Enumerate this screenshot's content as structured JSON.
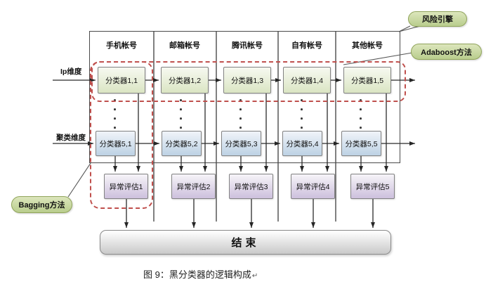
{
  "diagram": {
    "caption": "图 9：黑分类器的逻辑构成",
    "caption_return_mark": "↵",
    "end_label": "结束",
    "input_labels": {
      "top": "Ip维度",
      "bottom": "聚类维度"
    },
    "callouts": {
      "risk_engine": "风险引擎",
      "adaboost": "Adaboost方法",
      "bagging": "Bagging方法"
    },
    "columns": [
      {
        "header": "手机帐号",
        "top_classifier": "分类器1,1",
        "bottom_classifier": "分类器5,1",
        "evaluator": "异常评估1"
      },
      {
        "header": "邮箱帐号",
        "top_classifier": "分类器1,2",
        "bottom_classifier": "分类器5,2",
        "evaluator": "异常评估2"
      },
      {
        "header": "腾讯帐号",
        "top_classifier": "分类器1,3",
        "bottom_classifier": "分类器5,3",
        "evaluator": "异常评估3"
      },
      {
        "header": "自有帐号",
        "top_classifier": "分类器1,4",
        "bottom_classifier": "分类器5,4",
        "evaluator": "异常评估4"
      },
      {
        "header": "其他帐号",
        "top_classifier": "分类器1,5",
        "bottom_classifier": "分类器5,5",
        "evaluator": "异常评估5"
      }
    ],
    "colors": {
      "accent_red": "#C0504D",
      "callout_fill": "#C3D69B",
      "green_box": "#DAE5C3",
      "blue_box": "#BDD2E4",
      "purple_box": "#CDC0DD",
      "line": "#303030"
    }
  }
}
